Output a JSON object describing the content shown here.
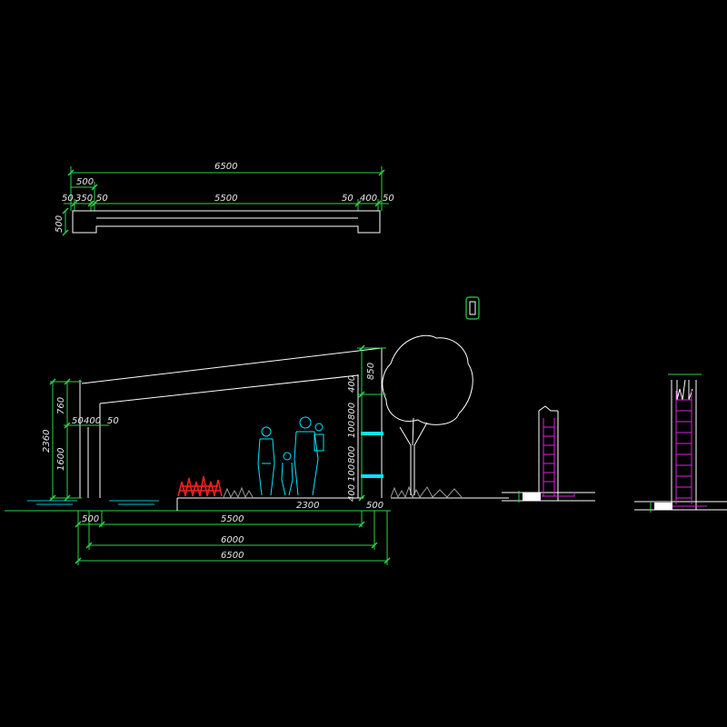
{
  "top_plan": {
    "dim_overall": "6500",
    "dim_500": "500",
    "dim_50a": "50",
    "dim_350": "350",
    "dim_50b": "50",
    "dim_5500": "5500",
    "dim_50c": "50",
    "dim_400": "400",
    "dim_50d": "50",
    "dim_side_500": "500"
  },
  "section": {
    "left_760": "760",
    "left_2360": "2360",
    "left_1600": "1600",
    "left_50": "50",
    "left_400": "400",
    "left_50b": "50",
    "right_850": "850",
    "right_400": "400",
    "right_800a": "800",
    "right_100a": "100",
    "right_800b": "800",
    "right_100b": "100",
    "right_400b": "400",
    "right_500": "500",
    "mid_2300": "2300",
    "bottom_500": "500",
    "bottom_5500": "5500",
    "bottom_6000": "6000",
    "bottom_6500": "6500"
  },
  "colors": {
    "dimension": "#2bd34a",
    "outline": "#ffffff",
    "people": "#00e5ff",
    "detail": "#e020e0",
    "shrub": "#ff2020"
  }
}
